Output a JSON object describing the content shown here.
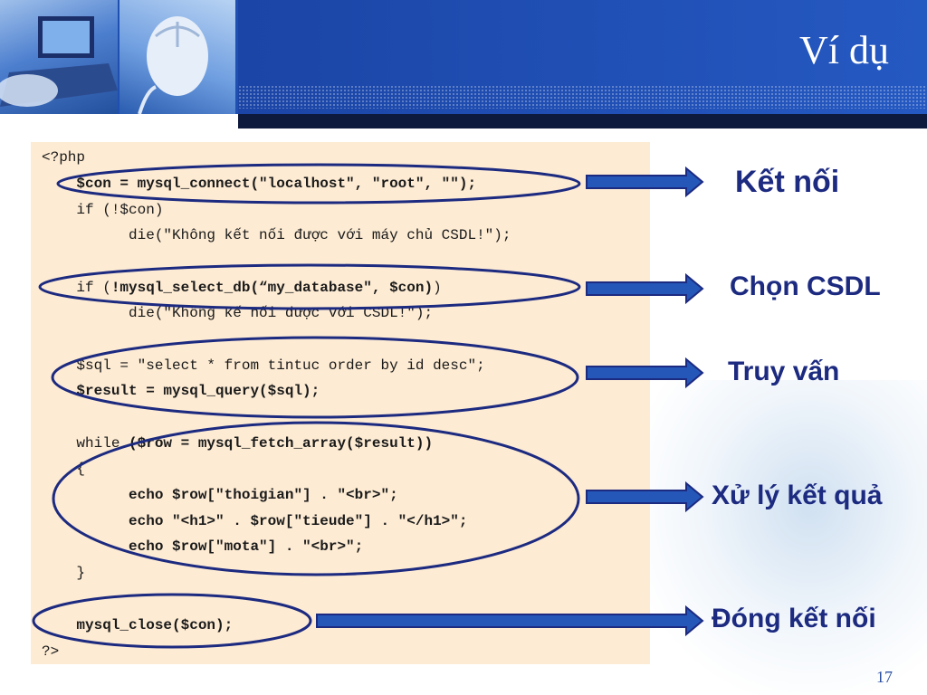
{
  "slide": {
    "title": "Ví dụ",
    "page_number": "17"
  },
  "code": {
    "lines": [
      "<?php",
      "    $con = mysql_connect(\"localhost\", \"root\", \"\");",
      "    if (!$con)",
      "          die(\"Không kết nối được với máy chủ CSDL!\");",
      "    if (",
      "          die(\"Không kế nối được với CSDL!\");",
      "    $sql = \"select * from tintuc order by id desc\";",
      "    $result = mysql_query($sql);",
      "    while ",
      "    {",
      "          echo $row[\"thoigian\"] . \"<br>\";",
      "          echo \"<h1>\" . $row[\"tieude\"] . \"</h1>\";",
      "          echo $row[\"mota\"] . \"<br>\";",
      "    }",
      "    mysql_close($con);",
      "?>"
    ],
    "select_db_call": "!mysql_select_db(“my_database\", $con)",
    "select_db_close": ")",
    "fetch_call": "($row = mysql_fetch_array($result))"
  },
  "labels": {
    "connect": "Kết nối",
    "select_db": "Chọn CSDL",
    "query": "Truy vấn",
    "process": "Xử lý kết quả",
    "close": "Đóng kết nối"
  },
  "colors": {
    "header_blue": "#1f4fb0",
    "code_background": "#fdebd3",
    "annotation_navy": "#1c2a80",
    "arrow_fill": "#2457b8"
  }
}
